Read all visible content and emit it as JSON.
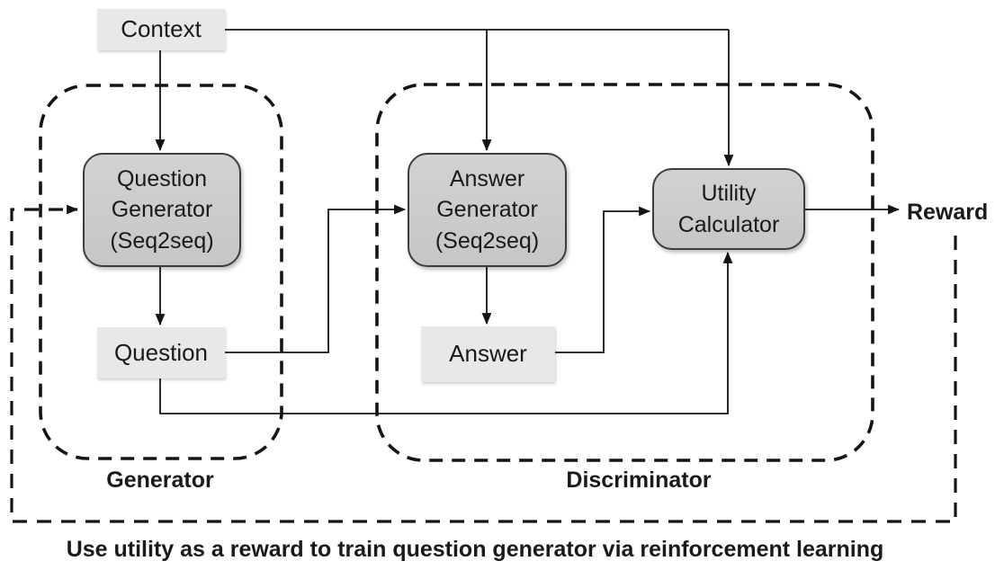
{
  "diagram": {
    "title_caption": "Use utility as a reward to train question generator via reinforcement learning",
    "nodes": {
      "context": {
        "label": "Context"
      },
      "question_generator": {
        "lines": [
          "Question",
          "Generator",
          "(Seq2seq)"
        ]
      },
      "answer_generator": {
        "lines": [
          "Answer",
          "Generator",
          "(Seq2seq)"
        ]
      },
      "utility_calculator": {
        "lines": [
          "Utility",
          "Calculator"
        ]
      },
      "question": {
        "label": "Question"
      },
      "answer": {
        "label": "Answer"
      },
      "reward": {
        "label": "Reward"
      }
    },
    "groups": {
      "generator": {
        "label": "Generator",
        "style": "dashed"
      },
      "discriminator": {
        "label": "Discriminator",
        "style": "dashed"
      }
    },
    "edges": [
      "context -> question-generator",
      "context -> answer-generator",
      "context -> utility-calculator",
      "question-generator -> question",
      "question -> answer-generator",
      "question -> utility-calculator",
      "answer-generator -> answer",
      "answer -> utility-calculator",
      "utility-calculator -> reward",
      "reward -> question-generator (dashed feedback)"
    ],
    "colors": {
      "process_box_fill": "#c9c9c9",
      "io_box_fill": "#e8e8e8",
      "line": "#141414",
      "text": "#1a1a1a",
      "background": "#ffffff"
    }
  }
}
